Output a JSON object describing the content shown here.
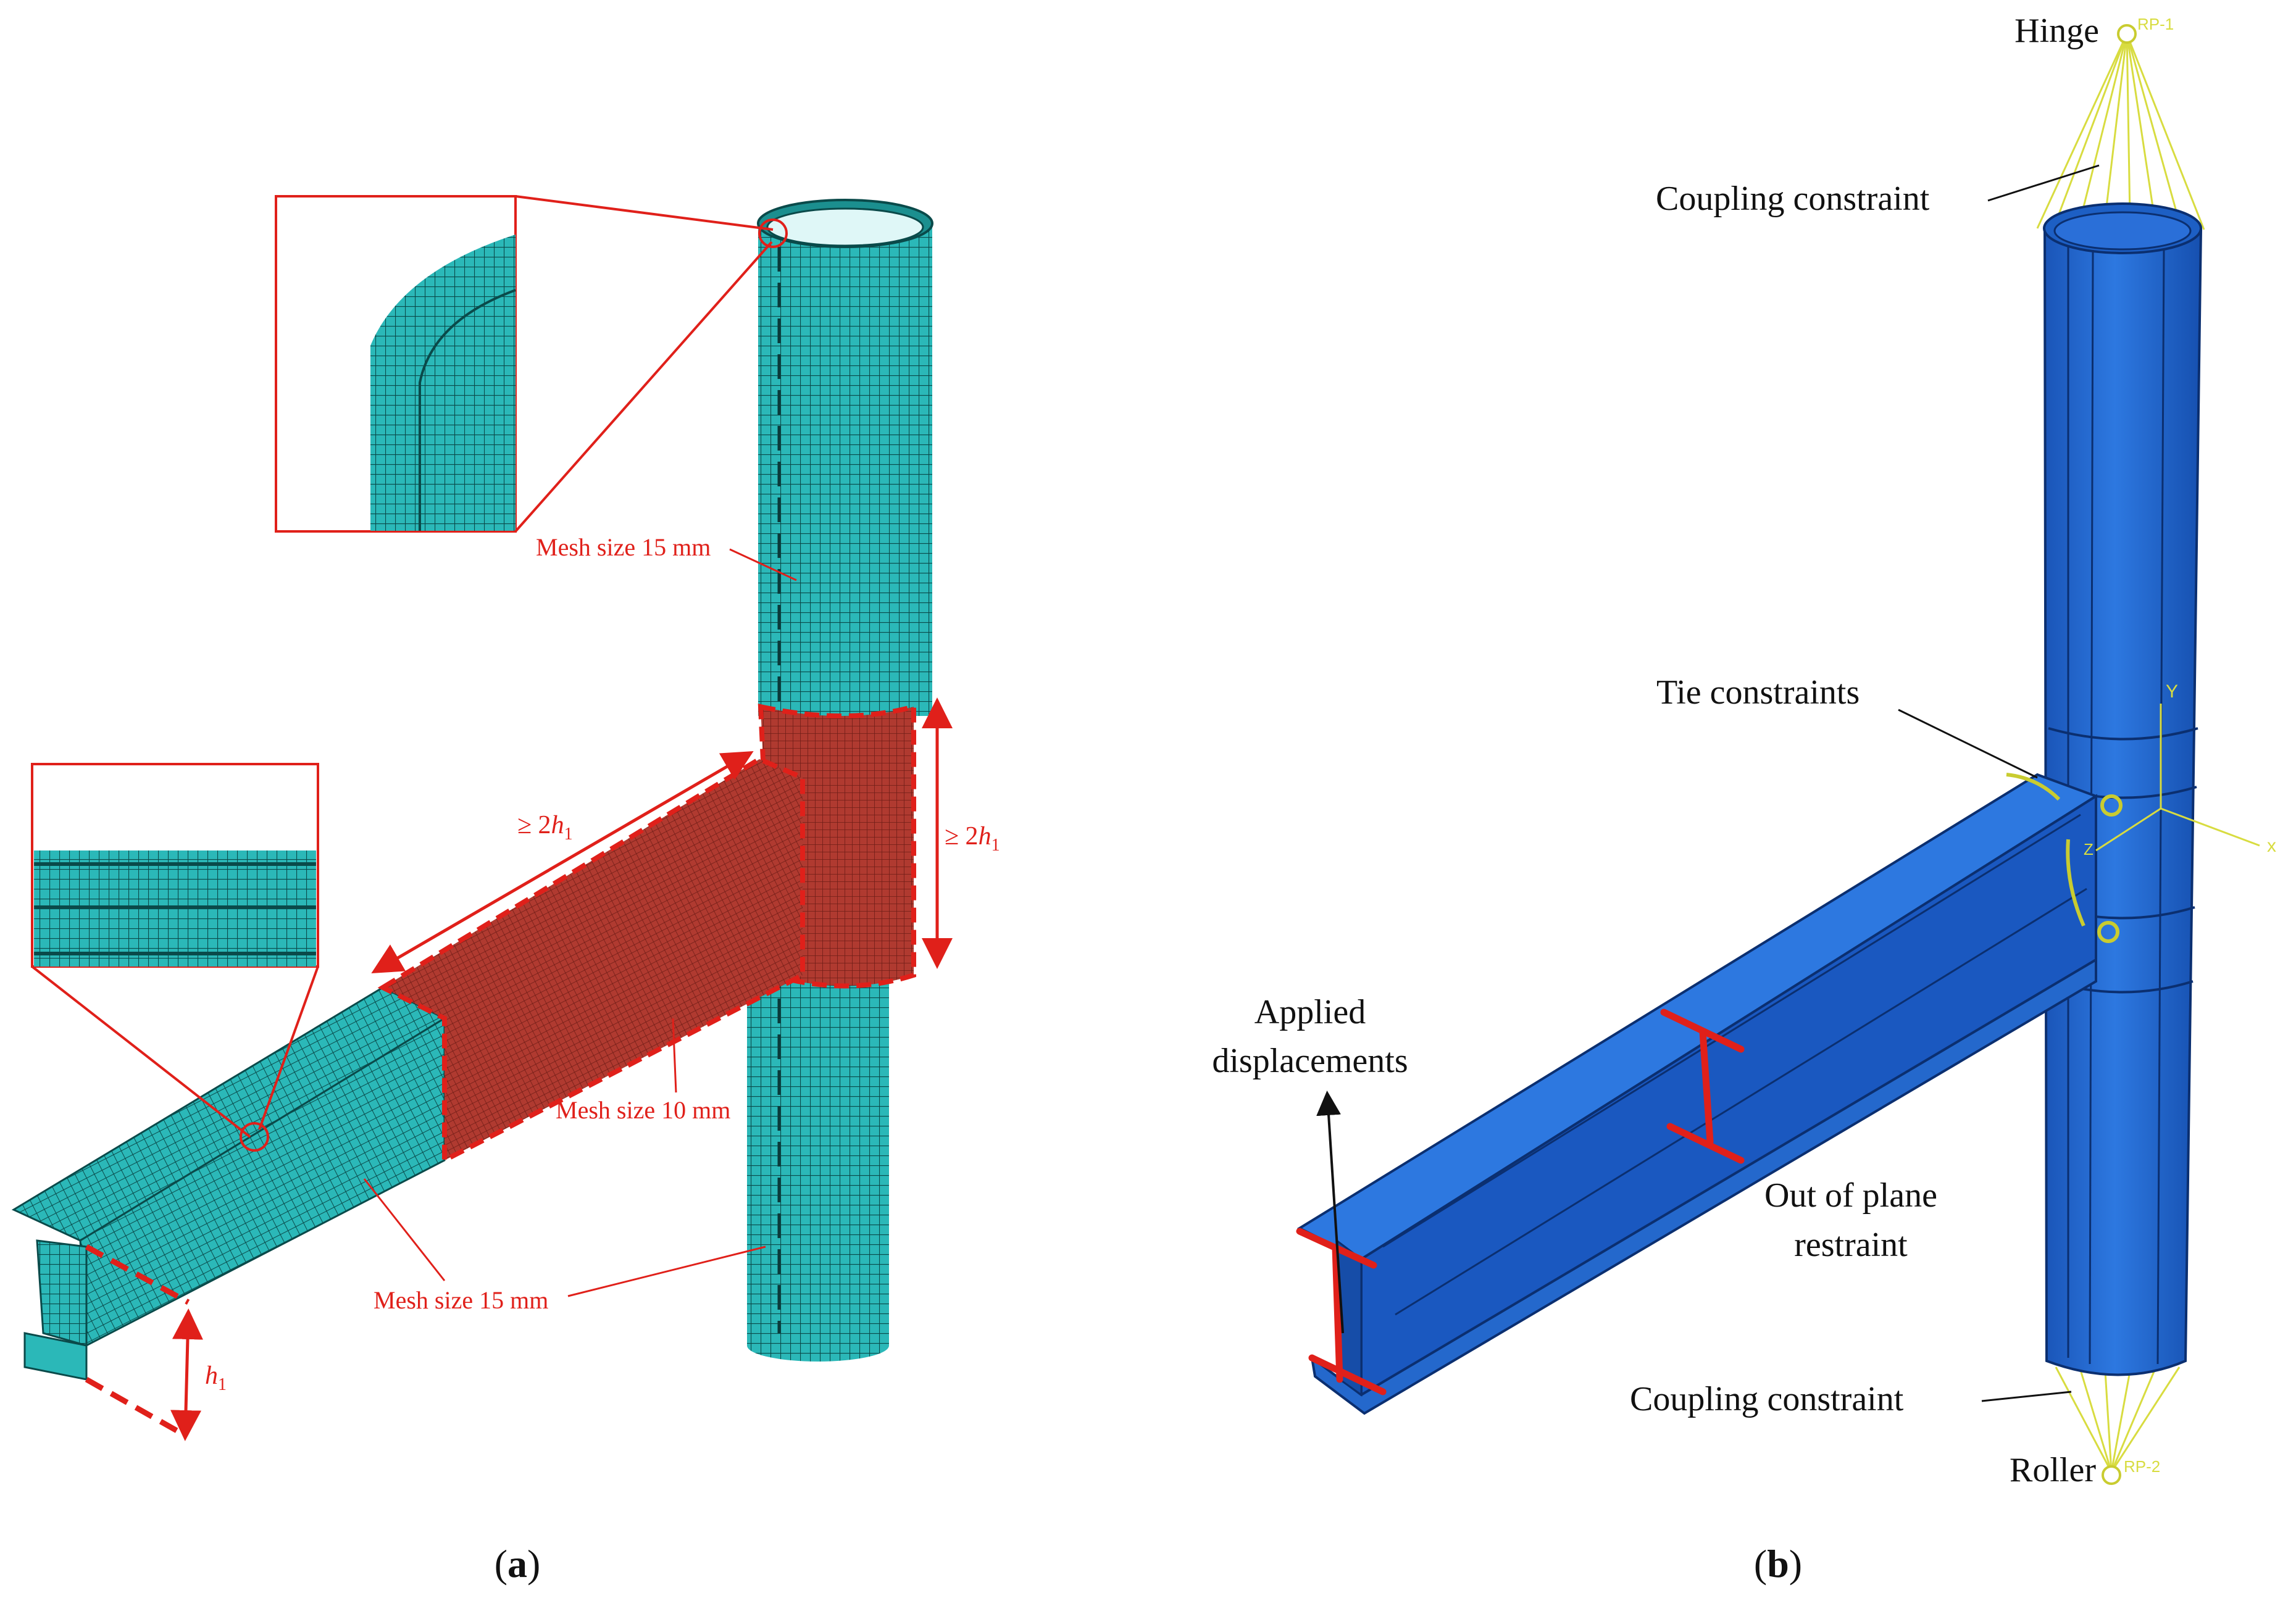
{
  "panel_a": {
    "caption_letter": "a",
    "labels": {
      "mesh_column_top": "Mesh size 15 mm",
      "mesh_beam_joint": "Mesh size 10 mm",
      "mesh_beam_end": "Mesh size 15 mm",
      "dim_beam": "≥ 2",
      "dim_column": "≥ 2",
      "h_symbol": "h",
      "h_subscript": "1"
    }
  },
  "panel_b": {
    "caption_letter": "b",
    "labels": {
      "hinge": "Hinge",
      "coupling_top": "Coupling constraint",
      "tie": "Tie constraints",
      "applied_line1": "Applied",
      "applied_line2": "displacements",
      "out_line1": "Out of plane",
      "out_line2": "restraint",
      "coupling_bottom": "Coupling constraint",
      "roller": "Roller",
      "rp1": "RP-1",
      "rp2": "RP-2",
      "axis_x": "x",
      "axis_y": "Y",
      "axis_z": "Z"
    }
  },
  "colors": {
    "mesh_teal": "#2bb8b8",
    "mesh_line": "#0a4a4a",
    "refined_red": "#b8322a",
    "annotation_red": "#e0201a",
    "solid_blue": "#1e66d0",
    "constraint_yellow": "#d8dc40"
  }
}
